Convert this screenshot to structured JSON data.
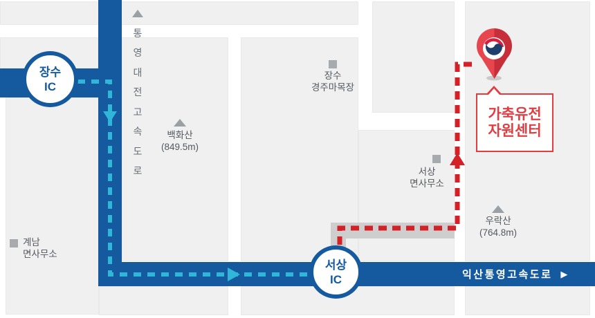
{
  "colors": {
    "highway_blue": "#15599e",
    "route_cyan": "#2fb6d9",
    "route_red": "#d42027",
    "destination_red": "#e23c41",
    "block_gray": "#f0f0f0",
    "local_road_gray": "#cecece",
    "marker_gray": "#a8abad",
    "mountain_gray": "#9aa0a3"
  },
  "highways": {
    "vertical": {
      "name": "통영대전고속도로",
      "chars": [
        "통",
        "영",
        "대",
        "전",
        "고",
        "속",
        "도",
        "로"
      ],
      "direction_icon": "up-triangle"
    },
    "bottom": {
      "name": "익산통영고속도로",
      "direction_icon": "▶"
    }
  },
  "interchanges": {
    "jangsu": {
      "line1": "장수",
      "line2": "IC"
    },
    "seosang": {
      "line1": "서상",
      "line2": "IC"
    }
  },
  "destination": {
    "line1": "가축유전",
    "line2": "자원센터",
    "marker": "taegeuk-map-pin"
  },
  "mountains": {
    "baekhwasan": {
      "name": "백화산",
      "elevation": "(849.5m)"
    },
    "uraksan": {
      "name": "우락산",
      "elevation": "(764.8m)"
    }
  },
  "places": {
    "racehorse_farm": {
      "line1": "장수",
      "line2": "경주마목장"
    },
    "seosang_office": {
      "line1": "서상",
      "line2": "면사무소"
    },
    "gyenam_office": {
      "line1": "계남",
      "line2": "면사무소"
    }
  }
}
